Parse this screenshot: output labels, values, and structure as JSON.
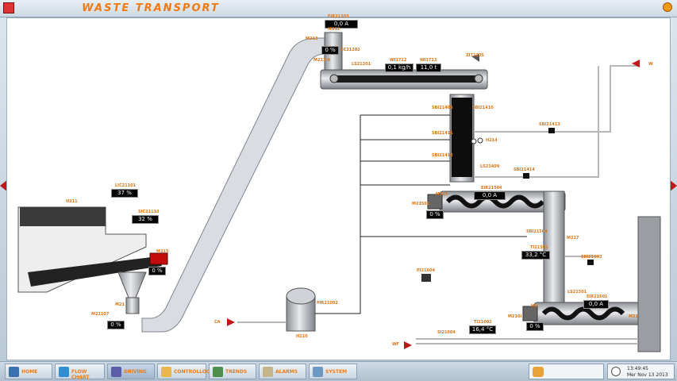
{
  "window": {
    "title": "WASTE TRANSPORT"
  },
  "tags": {
    "t_fir21203": "FIR21203",
    "t_m212": "M212",
    "t_m213": "M213",
    "t_sc21202": "SC21202",
    "t_m2130": "M213-0",
    "t_ls21201": "LS21201",
    "t_wi1712": "WI1712",
    "t_wi1713": "WI1713",
    "t_zi71205": "ZI71205",
    "t_m214": "M214",
    "t_sbi21405": "SBI21405",
    "t_sbi21410": "SBI21410",
    "t_sbi21411": "SBI21411",
    "t_h214": "H214",
    "t_sbi21412": "SBI21412",
    "t_ls21409": "LS21409",
    "t_sbi21413": "SBI21413",
    "t_sbi21414": "SBI21414",
    "t_m215": "M215",
    "t_eir21504": "EIR21504",
    "t_m21501": "M21501",
    "t_lic21101": "LIC21101",
    "t_h211": "H211",
    "t_sic21110": "SIC21110",
    "t_m215b": "M215",
    "t_m21b": "M21",
    "t_m21107": "M21107",
    "t_sbi21504": "SBI21504",
    "t_m217": "M217",
    "t_ti21501": "TI21501",
    "t_sbi21502": "SBI21502",
    "t_pi21604": "PI21604",
    "t_pir21002": "PIR21002",
    "t_h210": "H210",
    "t_ca": "CA",
    "t_ls21501": "LS21501",
    "t_eir21601": "EIR21601",
    "t_m216": "M216",
    "t_m216i": "M216I",
    "t_m2a": "M2",
    "t_ti21002": "TI21002",
    "t_m21": "M21",
    "t_si21004": "SI21004",
    "t_wf": "WF",
    "t_w": "W"
  },
  "values": {
    "fir21203": "0,0 A",
    "sc21202": "0 %",
    "wi1712": "0,1 kg/h",
    "wi1713": "11,0 t",
    "eir21504": "0,0 A",
    "m21501": "0 %",
    "lic21101": "37 %",
    "sic21110": "32 %",
    "m215": "0 %",
    "m21107": "0 %",
    "ti21501": "33,2 °C",
    "eir21601": "0,0 A",
    "m216": "0 %",
    "ti21002": "16,4 °C"
  },
  "nav": {
    "home": "HOME",
    "flowchart": "FLOW CHART",
    "driving": "DRIVING",
    "controlloops": "CONTROLLOOPS",
    "trends": "TRENDS",
    "alarms": "ALARMS",
    "system": "SYSTEM"
  },
  "clock": {
    "time": "13:49:45",
    "date": "Mer Nov 13 2013"
  },
  "colors": {
    "accent": "#f07a10",
    "alarm": "#c01818",
    "pipe": "#bfc2c6"
  }
}
